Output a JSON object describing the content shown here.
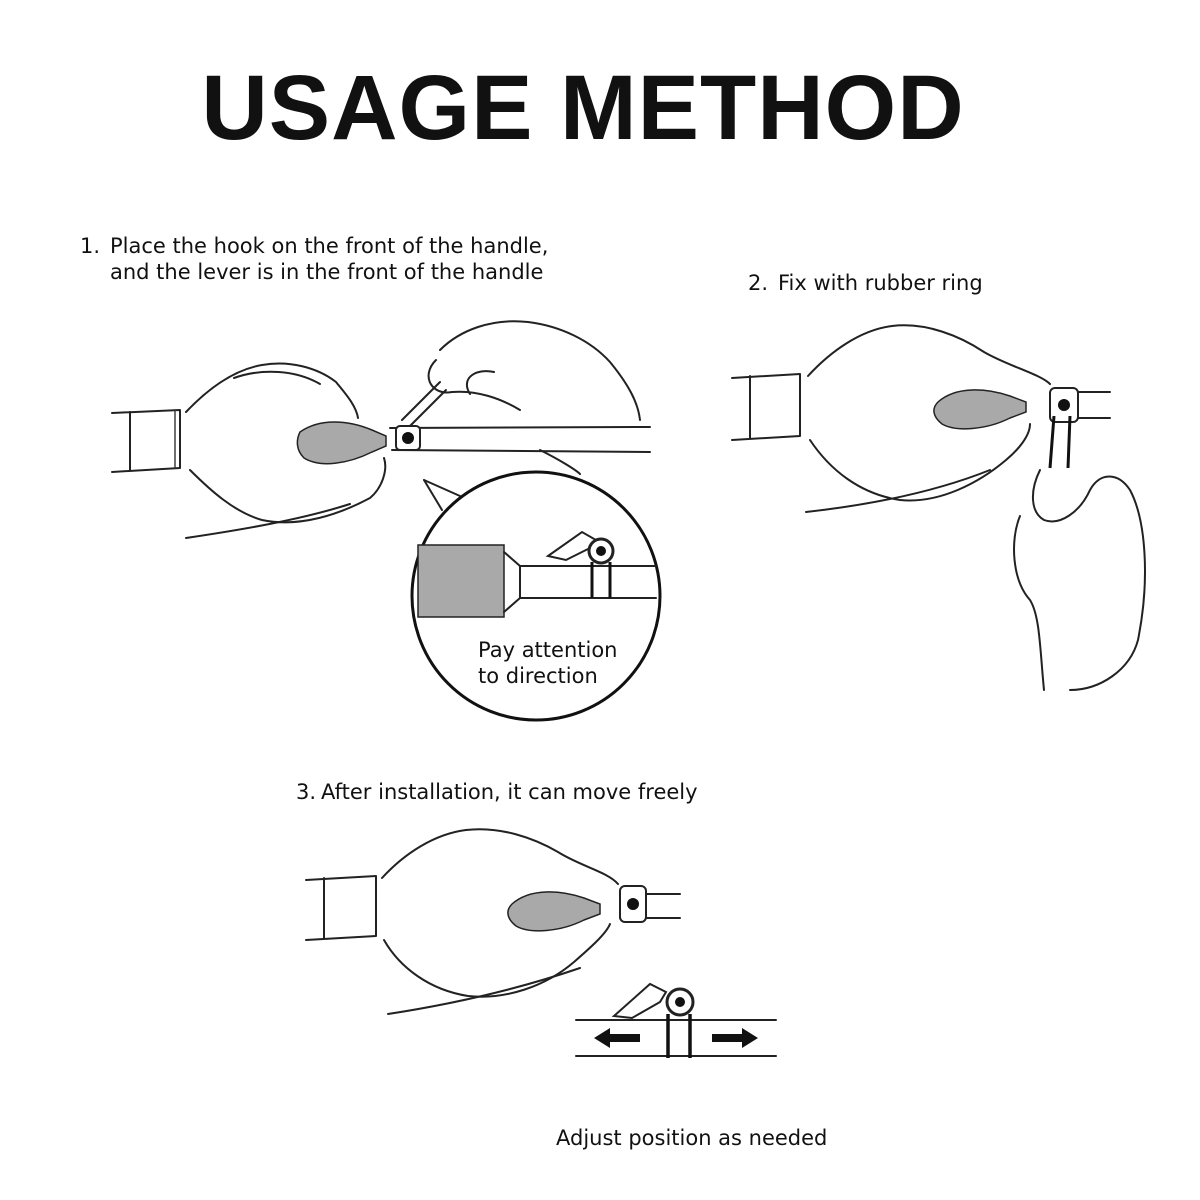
{
  "title": "USAGE METHOD",
  "steps": [
    {
      "num": "1.",
      "line1": "Place the hook on the front of the handle,",
      "line2": "and the lever is in the front of the handle"
    },
    {
      "num": "2.",
      "line1": "Fix with rubber ring"
    },
    {
      "num": "3.",
      "line1": "After installation, it can move freely"
    }
  ],
  "callout": {
    "line1": "Pay attention",
    "line2": "to direction"
  },
  "adjust_caption": "Adjust position as needed"
}
